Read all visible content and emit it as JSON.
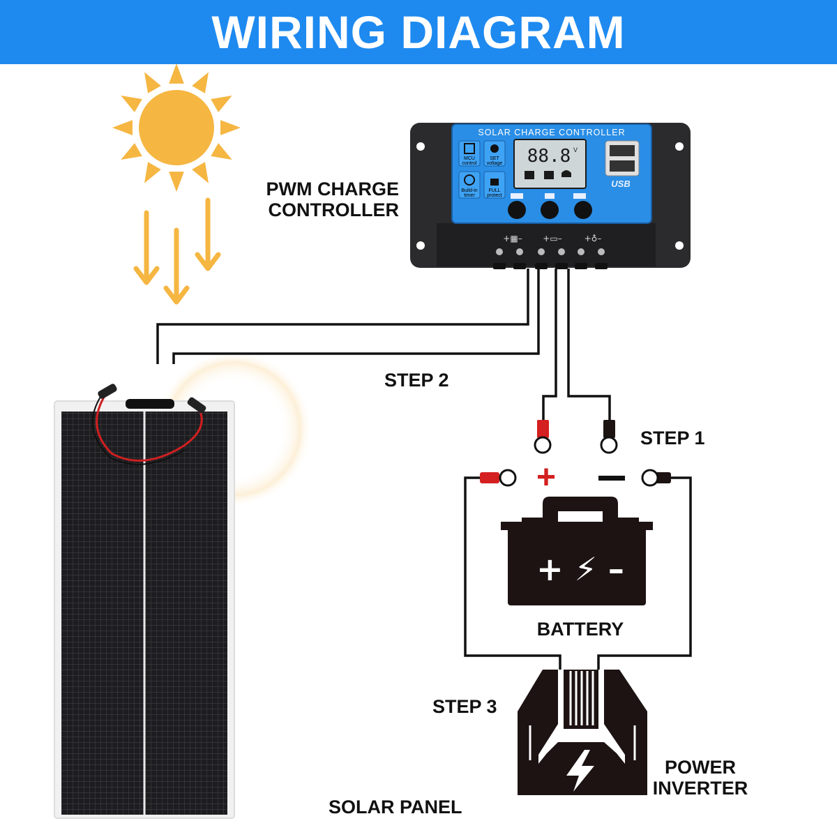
{
  "header": {
    "title": "WIRING DIAGRAM"
  },
  "labels": {
    "pwm_controller_line1": "PWM CHARGE",
    "pwm_controller_line2": "CONTROLLER",
    "step1": "STEP 1",
    "step2": "STEP 2",
    "step3": "STEP 3",
    "battery": "BATTERY",
    "inverter_line1": "POWER",
    "inverter_line2": "INVERTER",
    "solar_panel": "SOLAR PANEL"
  },
  "controller": {
    "device_title": "SOLAR CHARGE CONTROLLER",
    "lcd_value": "88.8",
    "lcd_unit": "V",
    "usb_label": "USB",
    "indicators": [
      {
        "line1": "MCU",
        "line2": "control",
        "icon": "chip-icon"
      },
      {
        "line1": "SET",
        "line2": "voltage",
        "icon": "gear-icon"
      },
      {
        "line1": "Build-in",
        "line2": "timer",
        "icon": "clock-icon"
      },
      {
        "line1": "FULL",
        "line2": "protect",
        "icon": "lock-icon"
      }
    ],
    "terminal_groups": [
      "solar-panel-terminal-icon",
      "battery-terminal-icon",
      "load-bulb-terminal-icon"
    ]
  },
  "battery": {
    "symbols": "+ ⚡ –"
  },
  "polarity": {
    "positive": "+",
    "negative": "–"
  },
  "colors": {
    "header_bg": "#1e8af0",
    "controller_face": "#2a8ee6",
    "sun": "#f5b642",
    "positive": "#d42020",
    "device_dark": "#1c1312"
  }
}
